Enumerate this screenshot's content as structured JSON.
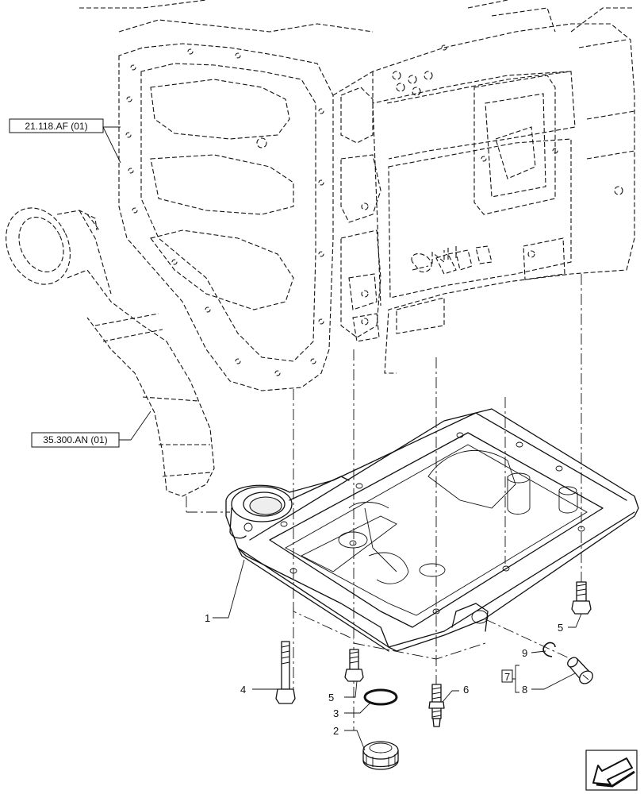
{
  "refs": [
    "21.118.AF (01)",
    "35.300.AN (01)"
  ],
  "callouts": {
    "c1": "1",
    "c2": "2",
    "c3": "3",
    "c4": "4",
    "c5a": "5",
    "c5b": "5",
    "c6": "6",
    "c7": "7",
    "c8": "8",
    "c9": "9"
  },
  "icons": [
    "nav-arrow-icon"
  ]
}
